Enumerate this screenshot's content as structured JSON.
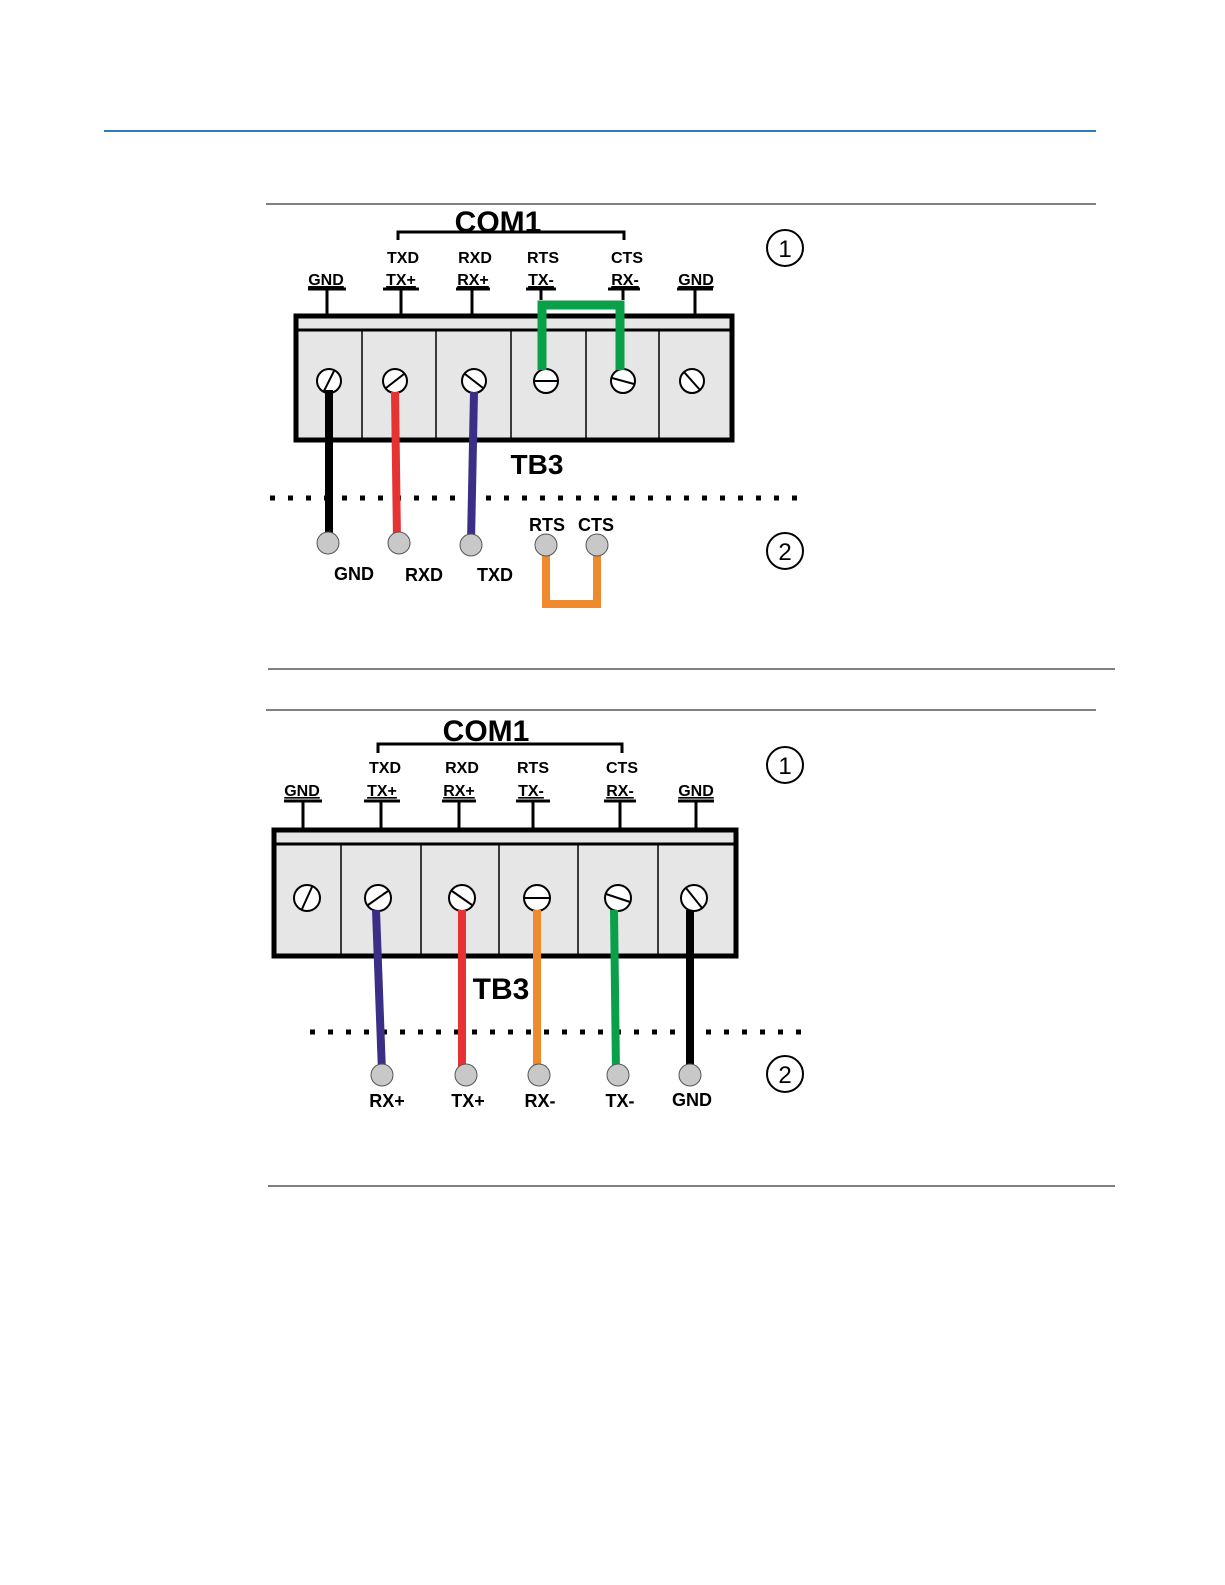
{
  "colors": {
    "page_rule": "#2e7bc4",
    "black": "#000000",
    "red": "#e63232",
    "purple": "#3b2e86",
    "green": "#0aa04a",
    "orange": "#f08a2e",
    "terminal_fill": "#e6e6e6",
    "pin_fill": "#c8c8c8"
  },
  "figures": [
    {
      "com_label": "COM1",
      "block_label": "TB3",
      "callout_1": "1",
      "callout_2": "2",
      "terminals": [
        {
          "top": "",
          "bottom": "GND"
        },
        {
          "top": "TXD",
          "bottom": "TX+"
        },
        {
          "top": "RXD",
          "bottom": "RX+"
        },
        {
          "top": "RTS",
          "bottom": "TX-"
        },
        {
          "top": "CTS",
          "bottom": "RX-"
        },
        {
          "top": "",
          "bottom": "GND"
        }
      ],
      "device_labels": [
        "GND",
        "RXD",
        "TXD",
        "RTS",
        "CTS"
      ]
    },
    {
      "com_label": "COM1",
      "block_label": "TB3",
      "callout_1": "1",
      "callout_2": "2",
      "terminals": [
        {
          "top": "",
          "bottom": "GND"
        },
        {
          "top": "TXD",
          "bottom": "TX+"
        },
        {
          "top": "RXD",
          "bottom": "RX+"
        },
        {
          "top": "RTS",
          "bottom": "TX-"
        },
        {
          "top": "CTS",
          "bottom": "RX-"
        },
        {
          "top": "",
          "bottom": "GND"
        }
      ],
      "device_labels": [
        "RX+",
        "TX+",
        "RX-",
        "TX-",
        "GND"
      ]
    }
  ]
}
